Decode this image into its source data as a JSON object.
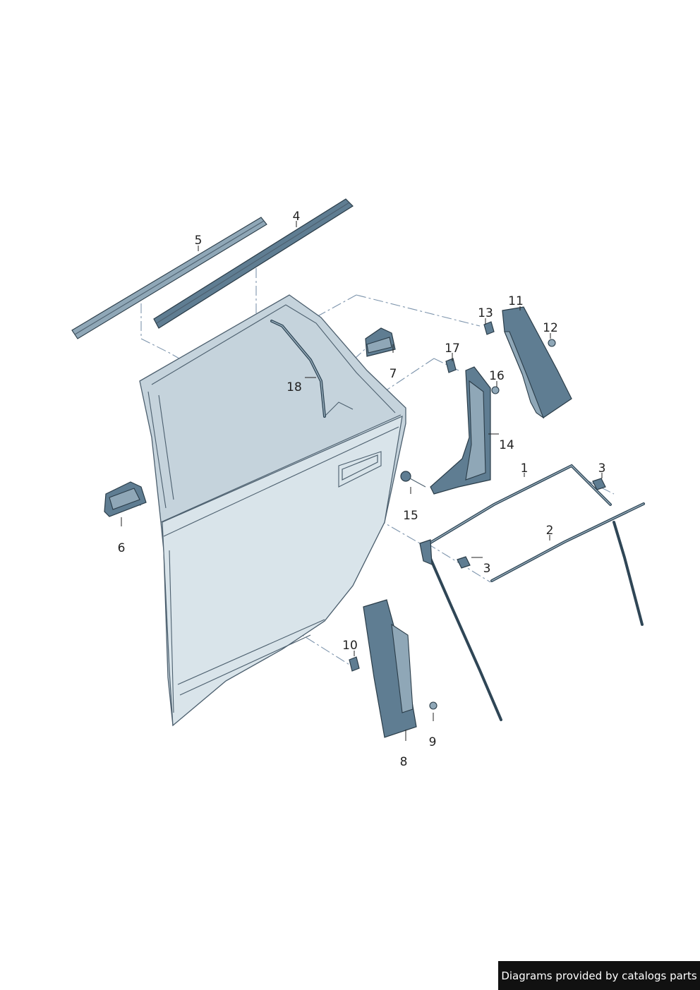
{
  "callouts": {
    "c1": "1",
    "c2": "2",
    "c3a": "3",
    "c3b": "3",
    "c4": "4",
    "c5": "5",
    "c6": "6",
    "c7": "7",
    "c8": "8",
    "c9": "9",
    "c10": "10",
    "c11": "11",
    "c12": "12",
    "c13": "13",
    "c14": "14",
    "c15": "15",
    "c16": "16",
    "c17": "17",
    "c18": "18"
  },
  "footer": {
    "text": "Diagrams provided by catalogs parts"
  },
  "colors": {
    "panel": "#c5d3dc",
    "trim": "#5f7d92",
    "dash": "#7e95ad",
    "footer_bg": "#111111"
  }
}
